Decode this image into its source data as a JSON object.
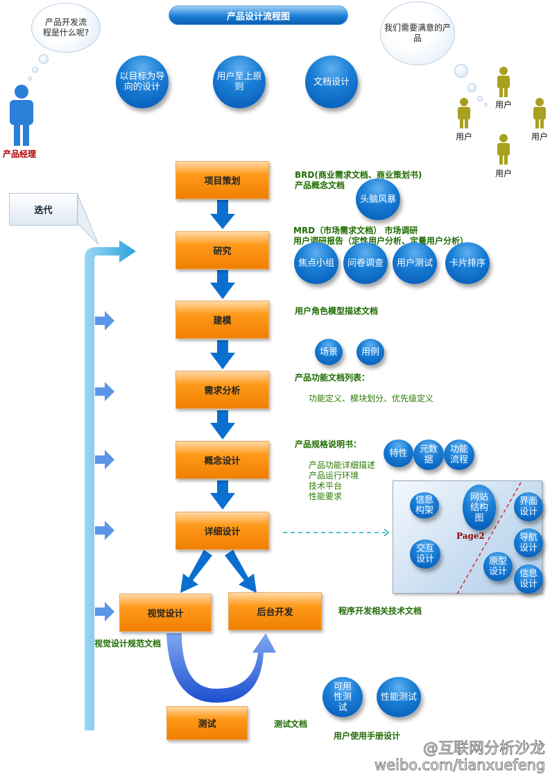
{
  "title": "产品设计流程图",
  "pm": {
    "thought": "产品开发流程是什么呢?",
    "label": "产品经理"
  },
  "principles": [
    "以目标为导向的设计",
    "用户至上原则",
    "文档设计"
  ],
  "users": {
    "thought": "我们需要满意的产品",
    "label": "用户"
  },
  "iteration": "迭代",
  "steps": [
    "项目策划",
    "研究",
    "建模",
    "需求分析",
    "概念设计",
    "详细设计",
    "视觉设计",
    "后台开发",
    "测试"
  ],
  "notes": {
    "planning": [
      "BRD(商业需求文档、商业策划书)",
      "产品概念文档"
    ],
    "research": [
      "MRD（市场需求文档） 市场调研",
      "用户调研报告（定性用户分析、定量用户分析）"
    ],
    "modeling": "用户角色模型描述文档",
    "requirements": "产品功能文档列表：",
    "requirements_detail": "功能定义、模块划分、优先级定义",
    "concept": "产品规格说明书：",
    "concept_detail": [
      "产品功能详细描述",
      "产品运行环境",
      "技术平台",
      "性能要求"
    ],
    "backend": "程序开发相关技术文档",
    "visual": "视觉设计规范文档",
    "test": "测试文档",
    "manual": "用户使用手册设计"
  },
  "bubbles": {
    "planning": [
      "头脑风暴"
    ],
    "research": [
      "焦点小组",
      "问卷调查",
      "用户测试",
      "卡片排序"
    ],
    "modeling": [
      "场景",
      "用例"
    ],
    "concept": [
      "特性",
      "元数据",
      "功能流程"
    ],
    "test": [
      "可用性测试",
      "性能测试"
    ]
  },
  "page2": {
    "label": "Page2",
    "items": [
      "信息构架",
      "网站结构图",
      "界面设计",
      "导航设计",
      "交互设计",
      "原型设计",
      "信息设计"
    ]
  },
  "watermark": {
    "line1": "@互联网分析沙龙",
    "line2": "weibo.com/tianxuefeng"
  }
}
